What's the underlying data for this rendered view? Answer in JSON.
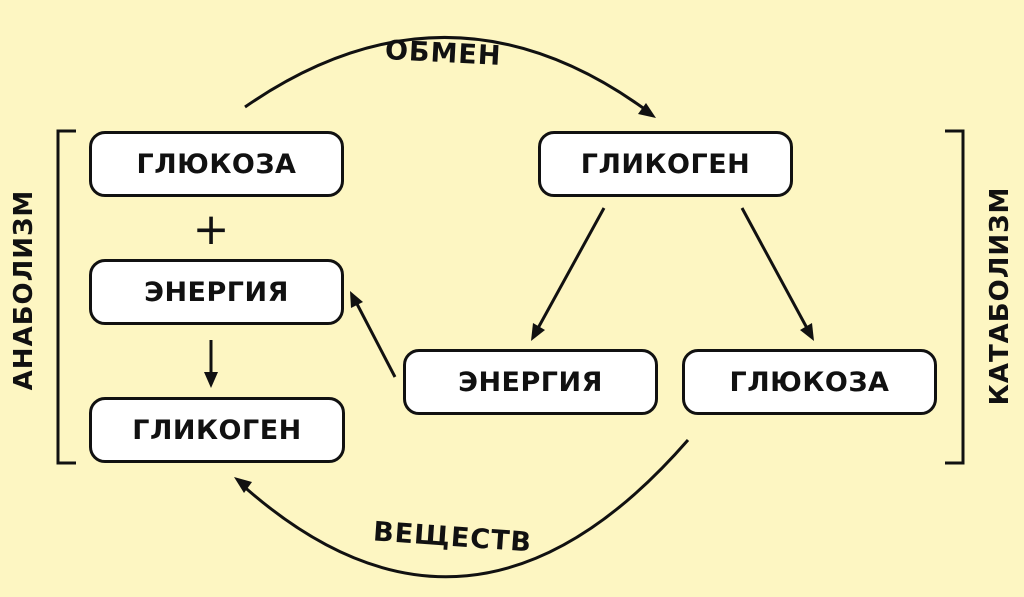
{
  "labels": {
    "top_arc": "ОБМЕН",
    "bottom_arc": "ВЕЩЕСТВ",
    "left_side": "АНАБОЛИЗМ",
    "right_side": "КАТАБОЛИЗМ",
    "plus_sign": "+"
  },
  "anabolism": {
    "glucose": "ГЛЮКОЗА",
    "energy": "ЭНЕРГИЯ",
    "glycogen": "ГЛИКОГЕН"
  },
  "catabolism": {
    "glycogen": "ГЛИКОГЕН",
    "energy": "ЭНЕРГИЯ",
    "glucose": "ГЛЮКОЗА"
  },
  "colors": {
    "background": "#fdf6c2",
    "box_fill": "#ffffff",
    "stroke": "#111111"
  }
}
